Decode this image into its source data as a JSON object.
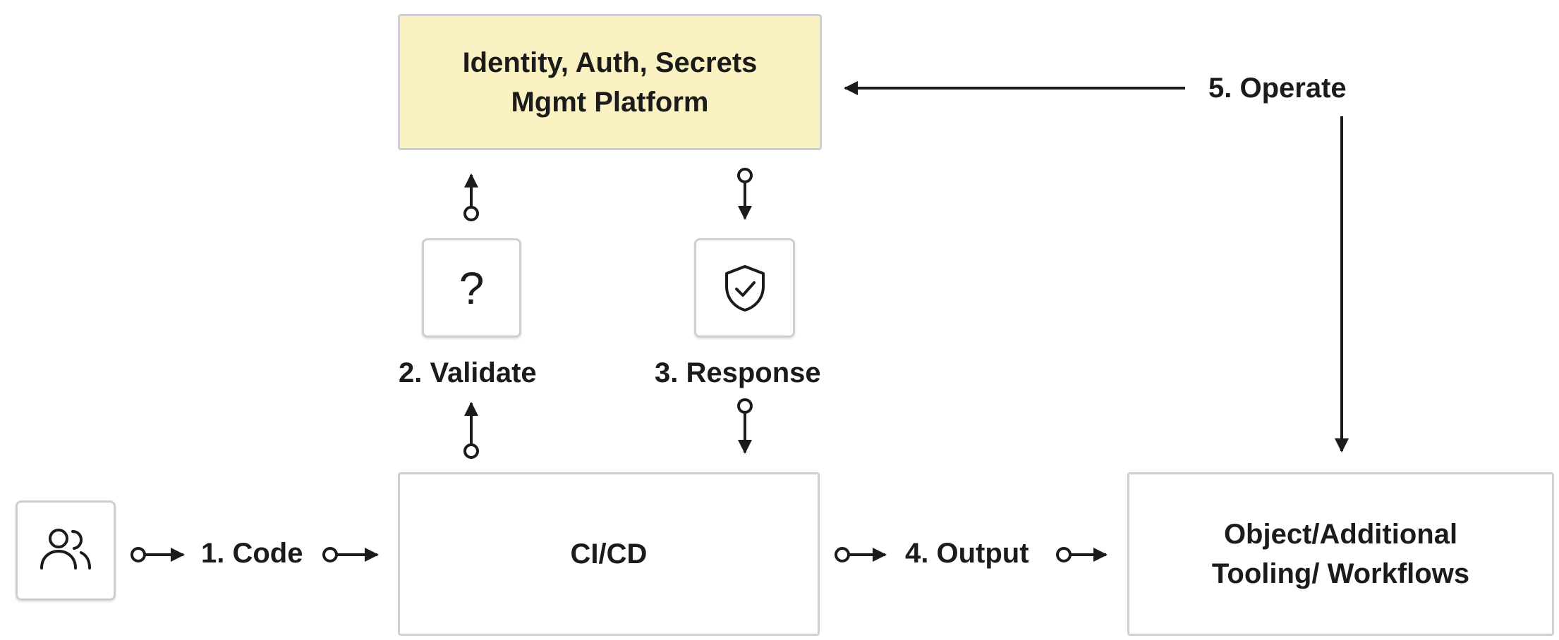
{
  "boxes": {
    "platform_line1": "Identity, Auth, Secrets",
    "platform_line2": "Mgmt Platform",
    "cicd": "CI/CD",
    "output_line1": "Object/Additional",
    "output_line2": "Tooling/ Workflows"
  },
  "icons": {
    "user": "users-icon",
    "validate": "question-mark-icon",
    "validate_glyph": "?",
    "response": "shield-check-icon"
  },
  "steps": {
    "code": "1. Code",
    "validate": "2. Validate",
    "response": "3. Response",
    "output": "4. Output",
    "operate": "5. Operate"
  },
  "colors": {
    "platform_fill": "#fbf2c4",
    "border": "#cfcfcf",
    "ink": "#1b1b1b"
  }
}
